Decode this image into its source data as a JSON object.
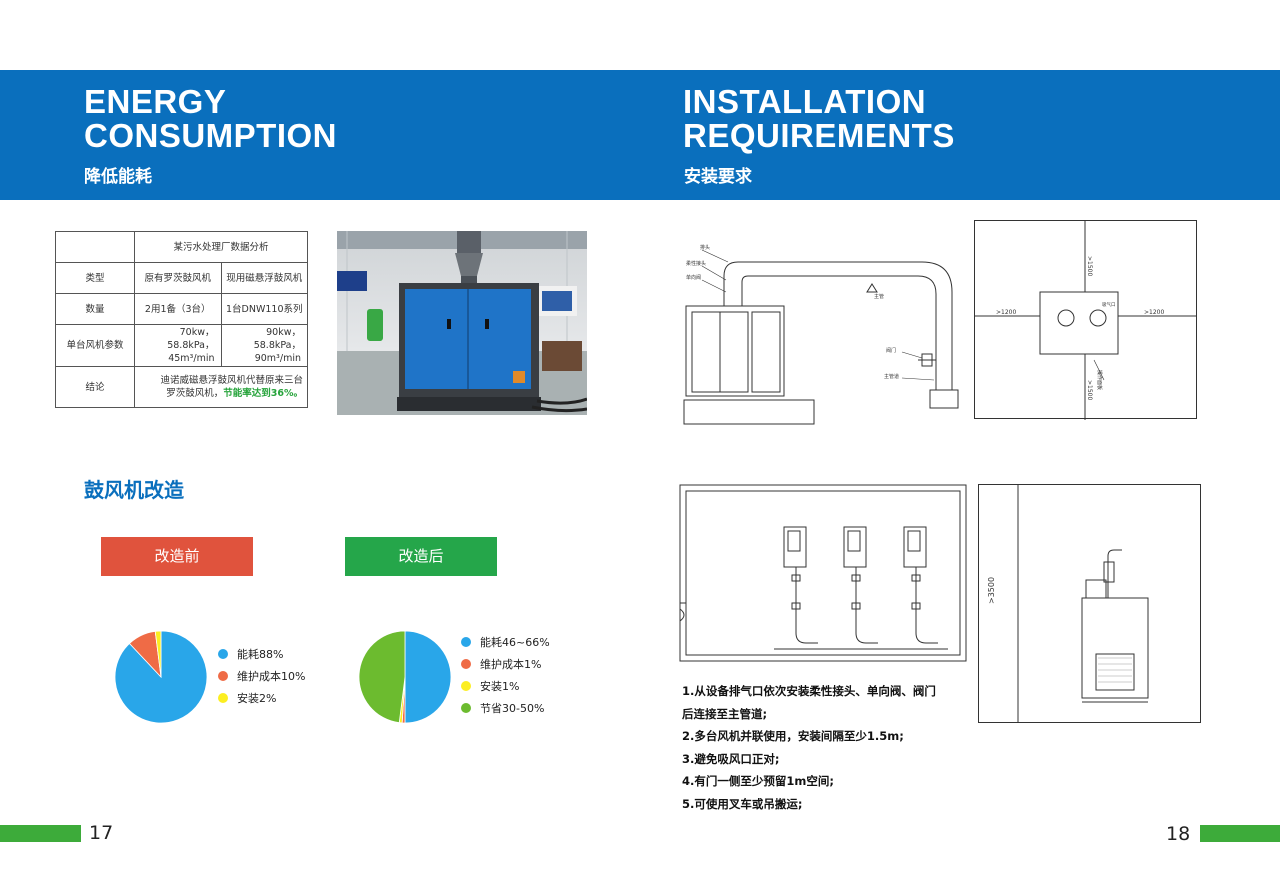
{
  "left_header": {
    "title_line1": "ENERGY",
    "title_line2": "CONSUMPTION",
    "subtitle": "降低能耗"
  },
  "right_header": {
    "title_line1": "INSTALLATION",
    "title_line2": "REQUIREMENTS",
    "subtitle": "安装要求"
  },
  "table": {
    "caption": "某污水处理厂数据分析",
    "rows": [
      {
        "label": "类型",
        "a": "原有罗茨鼓风机",
        "b": "现用磁悬浮鼓风机"
      },
      {
        "label": "数量",
        "a": "2用1备（3台）",
        "b": "1台DNW110系列"
      },
      {
        "label": "单台风机参数",
        "a_l1": "70kw，58.8kPa，",
        "a_l2": "45m³/min",
        "b_l1": "90kw，58.8kPa，",
        "b_l2": "90m³/min"
      },
      {
        "label": "结论",
        "text_l1": "迪诺威磁悬浮鼓风机代替原来三台",
        "text_l2a": "罗茨鼓风机，",
        "text_l2b": "节能率达到36%。"
      }
    ]
  },
  "section_title": "鼓风机改造",
  "before_label": "改造前",
  "after_label": "改造后",
  "colors": {
    "banner": "#0a6fbd",
    "before": "#e0533d",
    "after": "#25a64a",
    "blue": "#29a6e9",
    "orange": "#ef6b46",
    "yellow": "#fcee21",
    "green": "#6cbb2f",
    "bar": "#3dab3a"
  },
  "chart_data": [
    {
      "type": "pie",
      "categories": [
        "能耗88%",
        "维护成本10%",
        "安装2%"
      ],
      "values": [
        88,
        10,
        2
      ],
      "colors": [
        "#29a6e9",
        "#ef6b46",
        "#fcee21"
      ],
      "legend": "right"
    },
    {
      "type": "pie",
      "categories": [
        "能耗46~66%",
        "维护成本1%",
        "安装1%",
        "节省30-50%"
      ],
      "values": [
        50,
        1,
        1,
        48
      ],
      "colors": [
        "#29a6e9",
        "#ef6b46",
        "#fcee21",
        "#6cbb2f"
      ],
      "legend": "right"
    }
  ],
  "drawing_labels": {
    "d1": [
      "排头",
      "柔性接头",
      "单向阀",
      "主管",
      "阀门",
      "主管道"
    ],
    "d2": [
      ">1500",
      ">1200",
      ">1200",
      ">1500",
      "操作面板",
      "吸气口"
    ],
    "d4": [
      ">3500"
    ]
  },
  "notes": [
    "1.从设备排气口依次安装柔性接头、单向阀、阀门",
    "后连接至主管道;",
    "2.多台风机并联使用，安装间隔至少1.5m;",
    "3.避免吸风口正对;",
    "4.有门一侧至少预留1m空间;",
    "5.可使用叉车或吊搬运;"
  ],
  "page_left": "17",
  "page_right": "18"
}
